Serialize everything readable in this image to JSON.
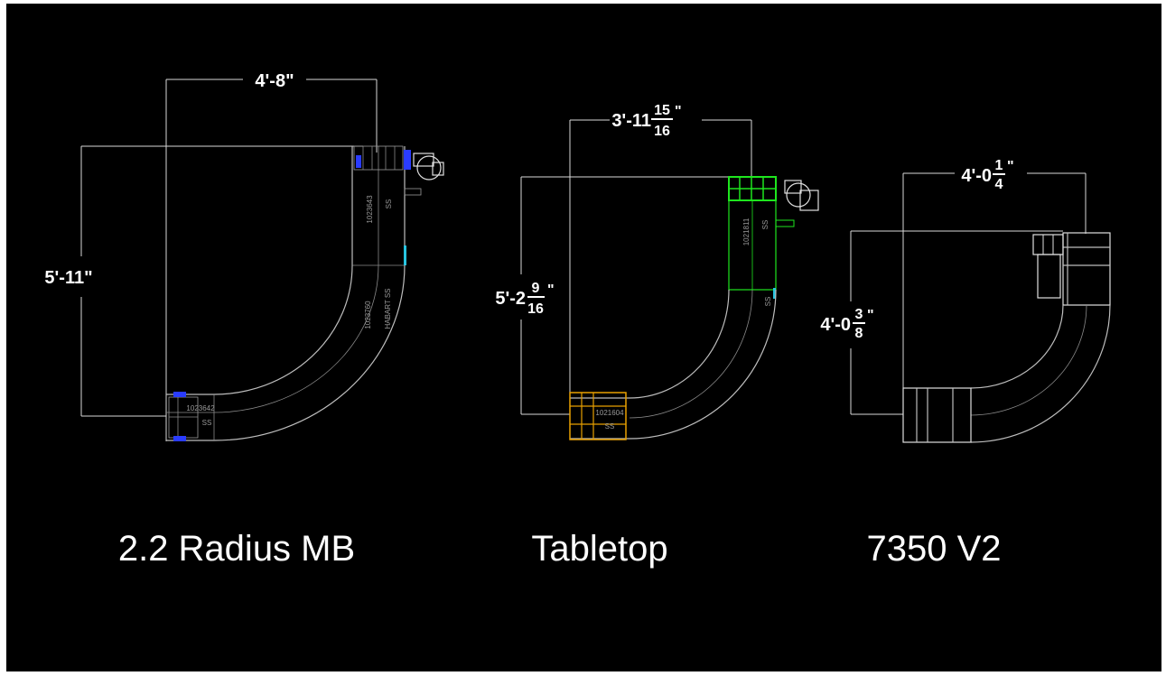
{
  "drawing": {
    "background": "#000000",
    "accent_colors": {
      "line": "#bdbdbd",
      "blue": "#2a3cff",
      "cyan": "#27c4e0",
      "green": "#1ee61e",
      "orange": "#e8a000"
    },
    "conveyors": [
      {
        "label": "2.2 Radius MB",
        "width_dim": "4'-8\"",
        "height_dim": "5'-11\"",
        "tags": {
          "a": "1023643",
          "b": "1023760",
          "c": "HABART SS",
          "d": "1023642",
          "e": "SS",
          "f": "SS",
          "g": "SS"
        }
      },
      {
        "label": "Tabletop",
        "width_dim": {
          "whole": "3'-11",
          "num": "15",
          "den": "16",
          "mark": "\""
        },
        "height_dim": {
          "whole": "5'-2",
          "num": "9",
          "den": "16",
          "mark": "\""
        },
        "tags": {
          "a": "1021811",
          "b": "SS",
          "c": "1021604",
          "d": "SS",
          "e": "SS"
        }
      },
      {
        "label": "7350 V2",
        "width_dim": {
          "whole": "4'-0",
          "num": "1",
          "den": "4",
          "mark": "\""
        },
        "height_dim": {
          "whole": "4'-0",
          "num": "3",
          "den": "8",
          "mark": "\""
        }
      }
    ]
  }
}
